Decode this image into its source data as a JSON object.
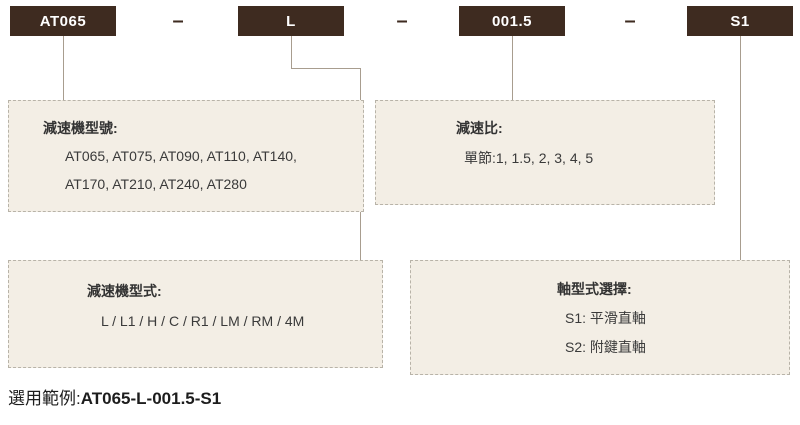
{
  "model_code": {
    "segments": [
      {
        "label": "AT065"
      },
      {
        "label": "L"
      },
      {
        "label": "001.5"
      },
      {
        "label": "S1"
      }
    ],
    "separator": "–"
  },
  "boxes": {
    "model_no": {
      "title": "減速機型號:",
      "lines": [
        "AT065, AT075, AT090, AT110, AT140,",
        "AT170, AT210, AT240, AT280"
      ]
    },
    "ratio": {
      "title": "減速比:",
      "lines": [
        "單節:1, 1.5, 2, 3, 4, 5"
      ]
    },
    "type": {
      "title": "減速機型式:",
      "lines": [
        "L / L1 / H / C / R1 / LM / RM / 4M"
      ]
    },
    "shaft": {
      "title": "軸型式選擇:",
      "lines": [
        "S1: 平滑直軸",
        "S2: 附鍵直軸"
      ]
    }
  },
  "example": {
    "label": "選用範例:",
    "value": "AT065-L-001.5-S1"
  },
  "colors": {
    "segment_bg": "#3e2b20",
    "segment_text": "#ffffff",
    "separator_color": "#3e2b20",
    "box_bg": "#f3eee5",
    "box_border": "#b8b3a8",
    "connector": "#a89d8f"
  }
}
